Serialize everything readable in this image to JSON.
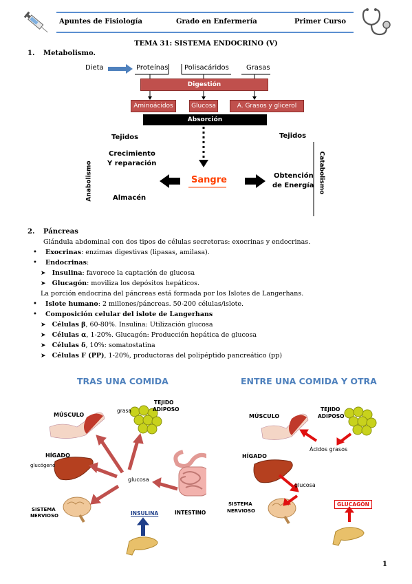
{
  "header": {
    "left": "Apuntes de Fisiología",
    "center": "Grado en Enfermería",
    "right": "Primer Curso"
  },
  "title": "TEMA 31: SISTEMA ENDOCRINO (V)",
  "section1": {
    "number": "1.",
    "heading": "Metabolismo."
  },
  "diagram1": {
    "dieta": "Dieta",
    "proteinas": "Proteínas",
    "polisacaridos": "Polisacáridos",
    "grasas": "Grasas",
    "digestion": "Digestión",
    "aminoacidos": "Aminoácidos",
    "glucosa": "Glucosa",
    "acidos": "A. Grasos y glicerol",
    "absorcion": "Absorción",
    "tejidos_left": "Tejidos",
    "tejidos_right": "Tejidos",
    "crecimiento": "Crecimiento",
    "reparacion": "Y reparación",
    "sangre": "Sangre",
    "obtencion": "Obtención",
    "energia": "de Energía",
    "almacen": "Almacén",
    "anabolismo": "Anabolismo",
    "catabolismo": "Catabolismo",
    "colors": {
      "red": "#c0504d",
      "blue": "#4f81bd",
      "sangre": "#ff4000"
    }
  },
  "section2": {
    "number": "2.",
    "heading": "Páncreas",
    "intro": "Glándula abdominal con dos tipos de células secretoras: exocrinas y endocrinas.",
    "exocrinas_b": "Exocrinas",
    "exocrinas_t": ": enzimas digestivas (lipasas, amilasa).",
    "endocrinas_b": "Endocrinas",
    "endocrinas_t": ":",
    "insulina_b": "Insulina",
    "insulina_t": ": favorece la captación de glucosa",
    "glucagon_b": "Glucagón",
    "glucagon_t": ": moviliza los depósitos hepáticos.",
    "porcion": "La porción endocrina del páncreas está formada por los Islotes de Langerhans.",
    "islote_b": "Islote humano",
    "islote_t": ": 2 millones/páncreas. 50-200 células/islote.",
    "composicion": "Composición celular del islote de Langerhans",
    "beta_b": "Células β",
    "beta_t": ", 60-80%. Insulina: Utilización glucosa",
    "alfa_b": "Células α",
    "alfa_t": ", 1-20%. Glucagón: Producción hepática de glucosa",
    "delta_b": "Células δ",
    "delta_t": ", 10%: somatostatina",
    "pp_b": "Células F (PP)",
    "pp_t": ", 1-20%, productoras del polipéptido pancreático (pp)"
  },
  "figure_left": {
    "title": "TRAS UNA COMIDA",
    "musculo": "MÚSCULO",
    "grasa": "grasa",
    "tejido": "TEJIDO",
    "adiposo": "ADIPOSO",
    "higado": "HÍGADO",
    "glucogeno": "glucógeno",
    "glucosa": "glucosa",
    "sistema": "SISTEMA",
    "nervioso": "NERVIOSO",
    "insulina": "INSULINA",
    "intestino": "INTESTINO"
  },
  "figure_right": {
    "title": "ENTRE UNA COMIDA Y OTRA",
    "musculo": "MÚSCULO",
    "tejido": "TEJIDO",
    "adiposo": "ADIPOSO",
    "acidos": "Ácidos grasos",
    "higado": "HÍGADO",
    "glucosa": "glucosa",
    "sistema": "SISTEMA",
    "nervioso": "NERVIOSO",
    "glucagon": "GLUCAGÓN"
  },
  "page_number": "1",
  "icons": [
    "syringe-icon",
    "stethoscope-icon"
  ]
}
